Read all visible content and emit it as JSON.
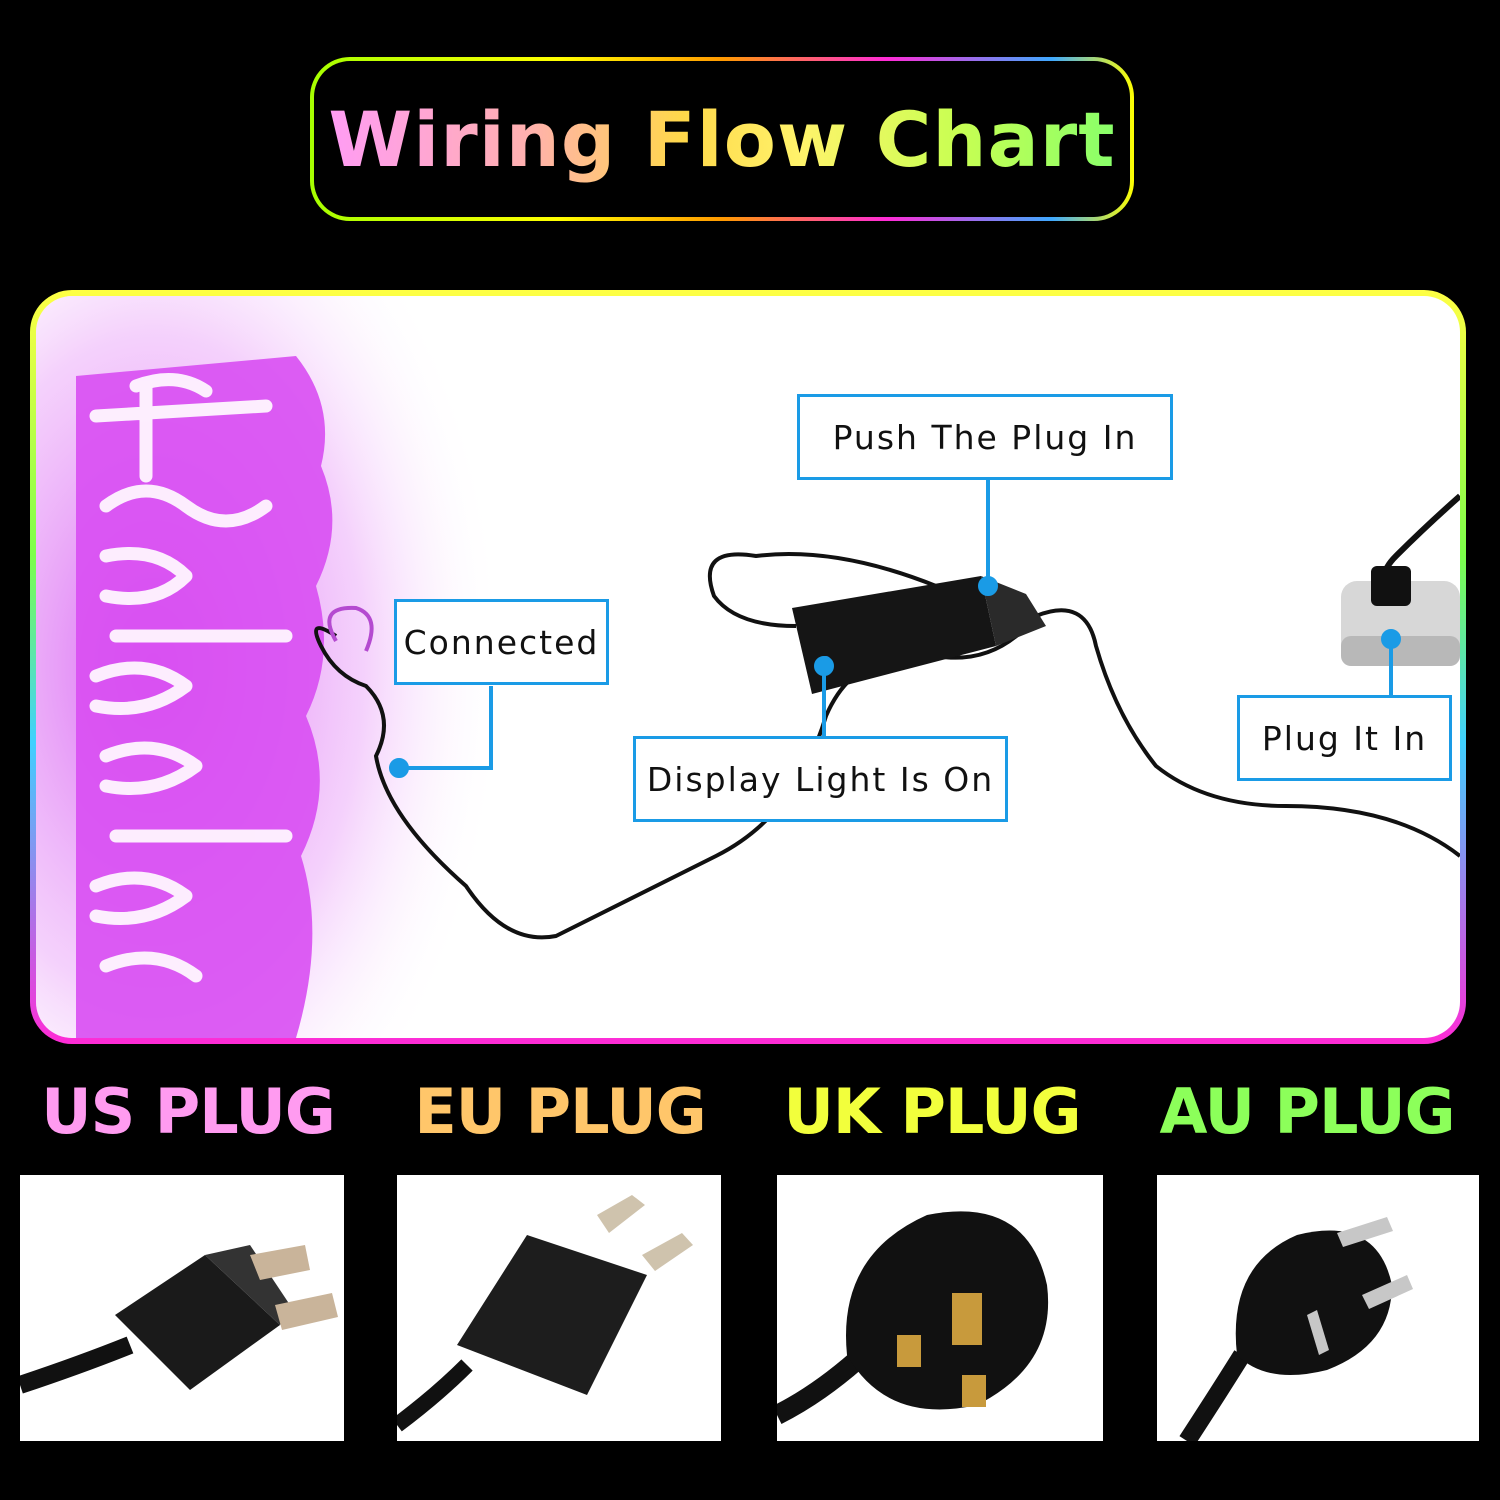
{
  "title": "Wiring Flow Chart",
  "callouts": {
    "connected": "Connected",
    "push_plug": "Push The Plug In",
    "display_light": "Display Light Is On",
    "plug_it_in": "Plug It In"
  },
  "plugs": [
    {
      "label": "US PLUG",
      "color": "#ff9bf0"
    },
    {
      "label": "EU PLUG",
      "color": "#ffc66a"
    },
    {
      "label": "UK PLUG",
      "color": "#f2ff3c"
    },
    {
      "label": "AU PLUG",
      "color": "#8cff5a"
    }
  ],
  "colors": {
    "callout_border": "#1a9be6",
    "neon_pink": "#e056f5",
    "background": "#000000"
  },
  "icons": [
    "neon-sign-icon",
    "adapter-icon",
    "power-strip-icon",
    "us-plug-icon",
    "eu-plug-icon",
    "uk-plug-icon",
    "au-plug-icon"
  ]
}
